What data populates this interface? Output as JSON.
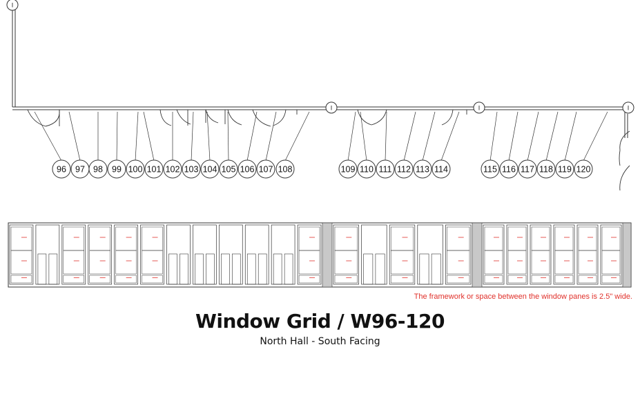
{
  "plan": {
    "gridlines": [
      {
        "label": "I"
      },
      {
        "label": "I"
      },
      {
        "label": "I"
      },
      {
        "label": "I"
      }
    ],
    "windows": [
      {
        "label": "96"
      },
      {
        "label": "97"
      },
      {
        "label": "98"
      },
      {
        "label": "99"
      },
      {
        "label": "100"
      },
      {
        "label": "101"
      },
      {
        "label": "102"
      },
      {
        "label": "103"
      },
      {
        "label": "104"
      },
      {
        "label": "105"
      },
      {
        "label": "106"
      },
      {
        "label": "107"
      },
      {
        "label": "108"
      },
      {
        "label": "109"
      },
      {
        "label": "110"
      },
      {
        "label": "111"
      },
      {
        "label": "112"
      },
      {
        "label": "113"
      },
      {
        "label": "114"
      },
      {
        "label": "115"
      },
      {
        "label": "116"
      },
      {
        "label": "117"
      },
      {
        "label": "118"
      },
      {
        "label": "119"
      },
      {
        "label": "120"
      }
    ]
  },
  "note": "The framework or space between the window panes is 2.5\" wide.",
  "title": "Window Grid / W96-120",
  "subtitle": "North Hall - South Facing",
  "colors": {
    "line": "#333333",
    "note": "#e0302a",
    "pane_label": "#e0302a",
    "column": "#c8c8c8"
  }
}
